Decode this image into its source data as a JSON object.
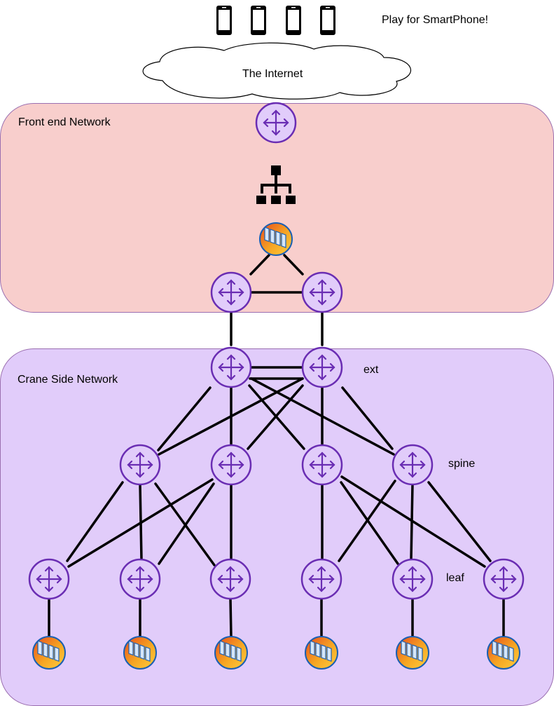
{
  "title": "Play for SmartPhone!",
  "cloud_label": "The Internet",
  "zones": {
    "front_end": "Front end Network",
    "crane_side": "Crane Side Network"
  },
  "tier_labels": {
    "ext": "ext",
    "spine": "spine",
    "leaf": "leaf"
  },
  "phone_count": 4,
  "router_color": "#6a2db3",
  "zone_colors": {
    "front_end": "#f8cecc",
    "crane_side": "#e1ccfa"
  }
}
